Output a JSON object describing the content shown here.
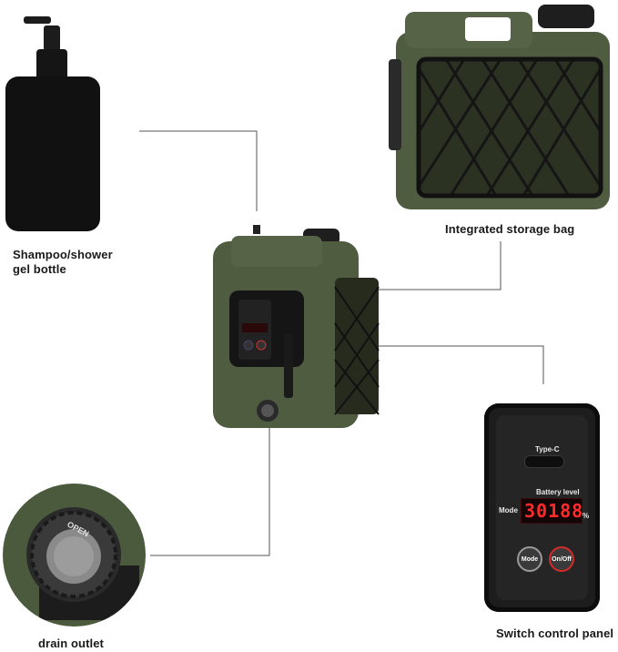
{
  "labels": {
    "shampoo": "Shampoo/shower gel bottle",
    "shampoo_line1": "Shampoo/shower",
    "shampoo_line2": "gel bottle",
    "storage": "Integrated storage bag",
    "drain": "drain outlet",
    "panel": "Switch control panel"
  },
  "panel": {
    "type_c": "Type-C",
    "battery_level": "Battery level",
    "mode_label": "Mode",
    "digits": "30188",
    "percent": "%",
    "mode_button": "Mode",
    "onoff_button": "On/Off"
  },
  "drain_text": "OPEN",
  "colors": {
    "tank_green": "#4f5c40",
    "tank_dark": "#3e4a32",
    "panel_black": "#1d1d1d",
    "led_red": "#ff2a2a",
    "label_text": "#1a1a1a"
  }
}
